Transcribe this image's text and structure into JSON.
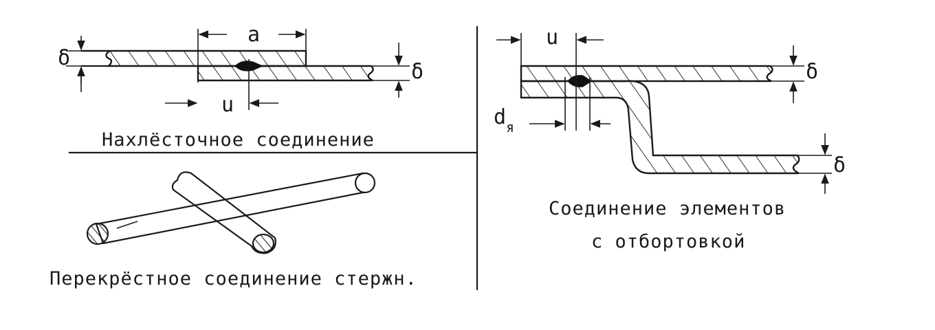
{
  "captions": {
    "lap_joint": "Нахлёсточное соединение",
    "cross_joint": "Перекрёстное соединение стержн.",
    "flange_joint_line1": "Соединение элементов",
    "flange_joint_line2": "с отбортовкой"
  },
  "symbols": {
    "thickness": "δ",
    "overlap": "a",
    "edge_distance": "u",
    "nugget_diameter": "d",
    "nugget_subscript": "я"
  }
}
